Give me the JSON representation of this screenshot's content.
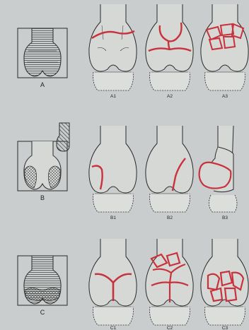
{
  "colors": {
    "background": "#c9cdce",
    "bone_outline": "#2a2a2a",
    "fracture_line": "#c8323c",
    "hatch": "#3a3a3a"
  },
  "rows": [
    {
      "label": "A",
      "panels": [
        {
          "label": "A1"
        },
        {
          "label": "A2"
        },
        {
          "label": "A3"
        }
      ]
    },
    {
      "label": "B",
      "panels": [
        {
          "label": "B1"
        },
        {
          "label": "B2"
        },
        {
          "label": "B3"
        }
      ]
    },
    {
      "label": "C",
      "panels": [
        {
          "label": "C1"
        },
        {
          "label": "C2"
        },
        {
          "label": "C3"
        }
      ]
    }
  ]
}
